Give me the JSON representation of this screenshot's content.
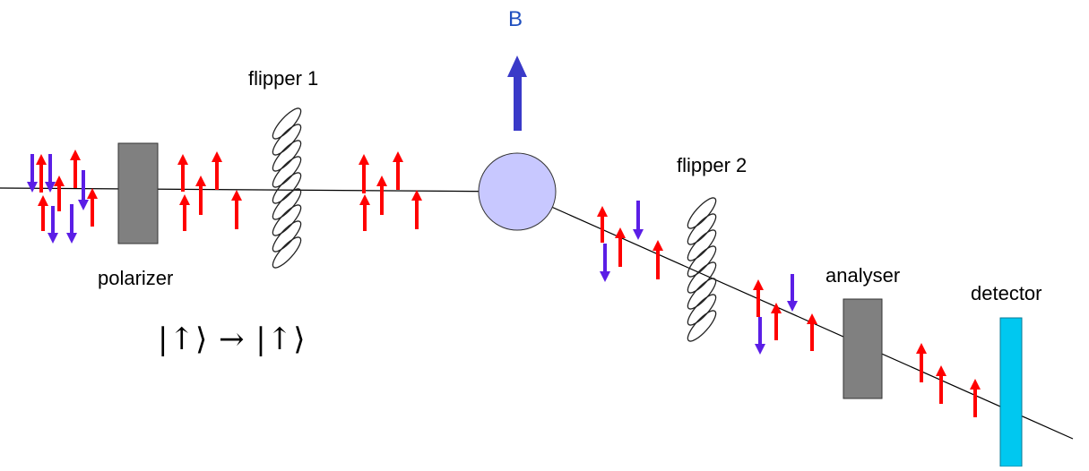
{
  "diagram": {
    "field_label": "B",
    "polarizer_label": "polarizer",
    "flipper1_label": "flipper 1",
    "flipper2_label": "flipper 2",
    "analyser_label": "analyser",
    "detector_label": "detector",
    "state_equation": "|↑⟩ → |↑⟩",
    "colors": {
      "spin_up": "#ff0000",
      "spin_down": "#5b1ee6",
      "field_arrow": "#3a3ac8",
      "field_label": "#1f4fbf",
      "sample": "#c8c8ff",
      "polarizer": "#808080",
      "analyser": "#808080",
      "detector": "#00c8f0",
      "beam": "#000000"
    }
  }
}
